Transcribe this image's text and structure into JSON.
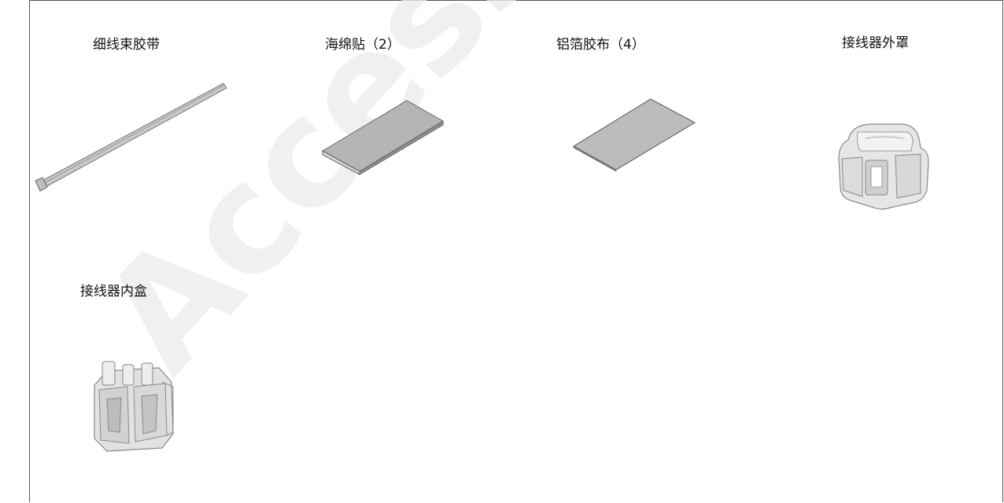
{
  "parts": [
    {
      "label": "细线束胶带",
      "icon": "cable-tie-icon"
    },
    {
      "label": "海绵贴（2）",
      "icon": "sponge-pad-icon"
    },
    {
      "label": "铝箔胶布（4）",
      "icon": "aluminum-foil-tape-icon"
    },
    {
      "label": "接线器外罩",
      "icon": "connector-outer-cover-icon"
    },
    {
      "label": "接线器内盒",
      "icon": "connector-inner-box-icon"
    }
  ],
  "watermark": {
    "text": "Access",
    "color": "#e6e6e6"
  }
}
